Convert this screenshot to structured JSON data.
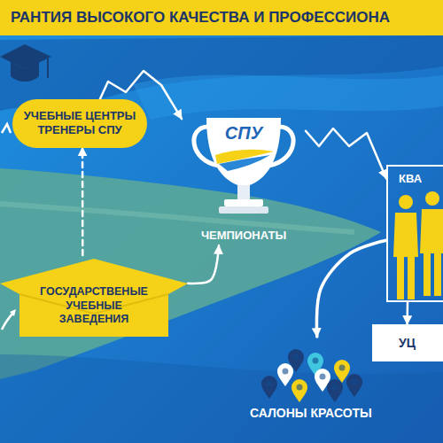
{
  "diagram": {
    "title": "РАНТИЯ ВЫСОКОГО КАЧЕСТВА И ПРОФЕССИОНА",
    "nodes": [
      {
        "text": [
          "УЧЕБНЫЕ ЦЕНТРЫ ТРЕНЕРЫ СПУ"
        ]
      },
      {
        "text": [
          "СПУ",
          "ЧЕМПИОНАТЫ"
        ]
      },
      {
        "text": [
          "ГОСУДАРСТВЕНЫЕ УЧЕБНЫЕ ЗАВЕДЕНИЯ"
        ]
      },
      {
        "text": [
          "КВА"
        ]
      },
      {
        "text": [
          "УЦ"
        ]
      },
      {
        "text": [
          "САЛОНЫ КРАСОТЫ"
        ]
      }
    ],
    "edges": [
      {
        "from": 2,
        "to": 0,
        "arrow": "to"
      },
      {
        "from": 0,
        "to": 1,
        "arrow": "to"
      },
      {
        "from": 2,
        "to": 1,
        "arrow": "to"
      },
      {
        "from": 1,
        "to": 3,
        "arrow": "to"
      },
      {
        "from": 3,
        "to": 4,
        "arrow": "to"
      },
      {
        "from": 3,
        "to": 5,
        "arrow": "to"
      }
    ]
  }
}
